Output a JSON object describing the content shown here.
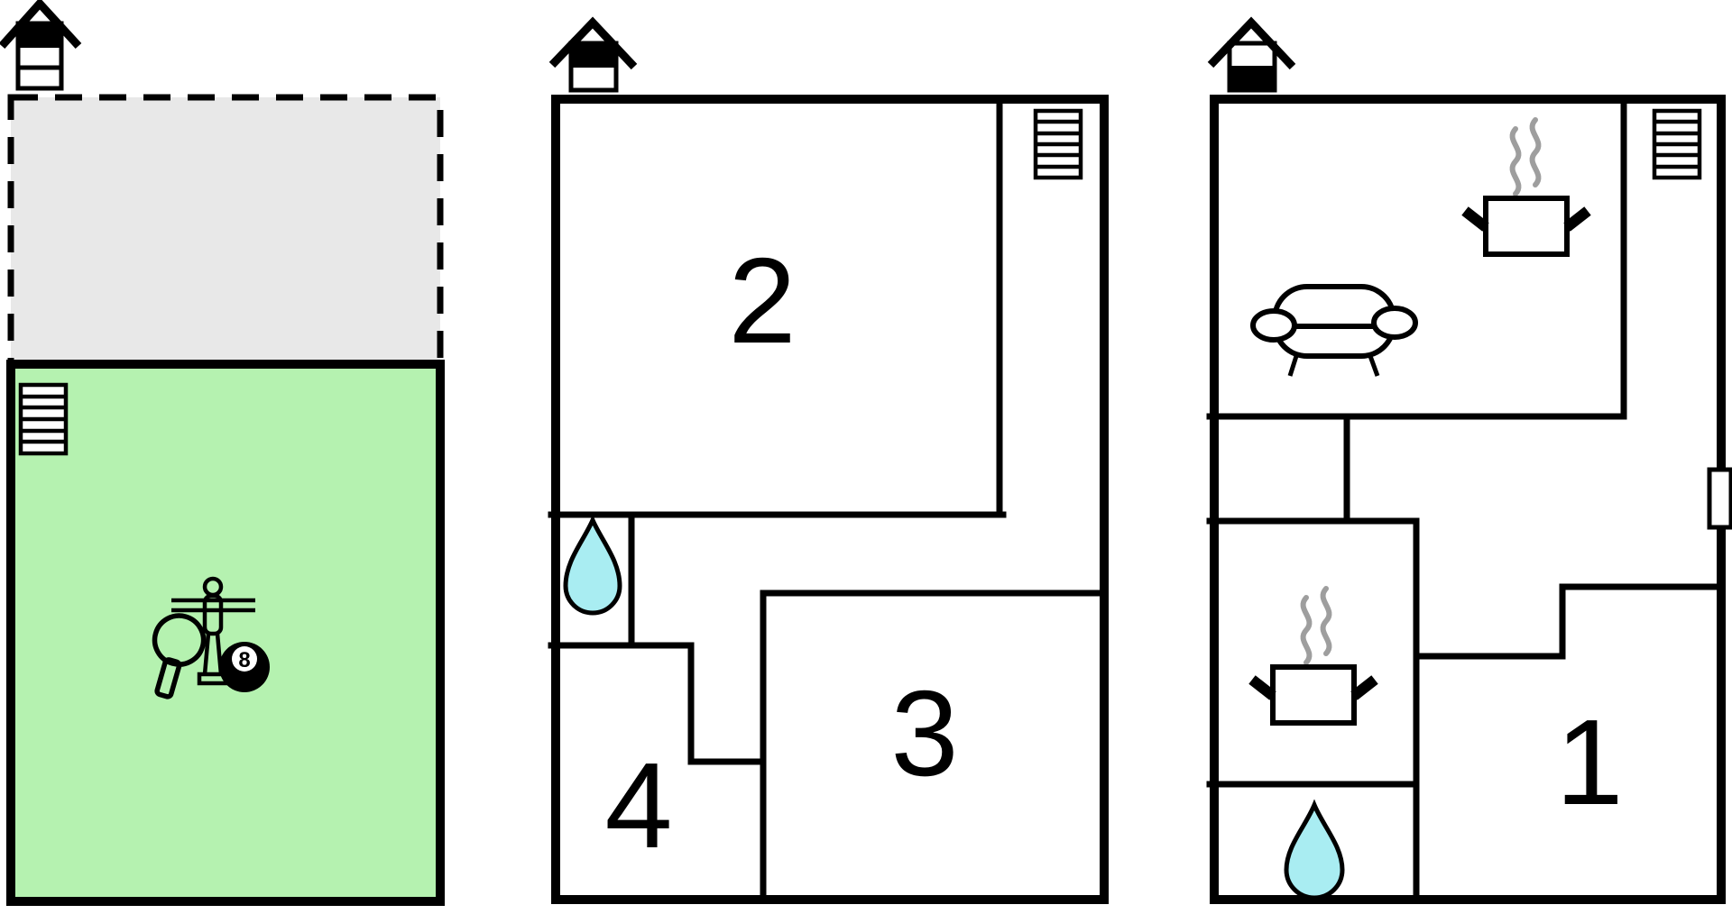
{
  "colors": {
    "wall": "#000000",
    "terrace_grey": "#e8e8e8",
    "games_green": "#b5f2b0",
    "water_cyan": "#a9edf2",
    "steam_grey": "#9e9e9e",
    "white": "#ffffff"
  },
  "plans": [
    {
      "name": "annex",
      "house_icon": {
        "levels": 3,
        "highlighted_level": "top"
      },
      "areas": [
        {
          "name": "terrace",
          "style": "dashed-outline",
          "fill": "#e8e8e8"
        },
        {
          "name": "games-room",
          "fill": "#b5f2b0"
        }
      ],
      "features": [
        "staircase",
        "table-football",
        "table-tennis-paddle",
        "billiard-8-ball"
      ],
      "billiard_ball_number": "8"
    },
    {
      "name": "upper-floor",
      "house_icon": {
        "levels": 2,
        "highlighted_level": "top"
      },
      "rooms": [
        {
          "number": "2"
        },
        {
          "number": "3"
        },
        {
          "number": "4"
        },
        {
          "name": "bathroom",
          "feature": "water-drop"
        }
      ],
      "features": [
        "staircase"
      ]
    },
    {
      "name": "ground-floor",
      "house_icon": {
        "levels": 2,
        "highlighted_level": "bottom"
      },
      "rooms": [
        {
          "number": "1"
        },
        {
          "name": "living-room",
          "features": [
            "sofa",
            "cooking-pot",
            "steam"
          ]
        },
        {
          "name": "kitchen",
          "features": [
            "cooking-pot",
            "steam"
          ]
        },
        {
          "name": "bathroom",
          "feature": "water-drop"
        }
      ],
      "features": [
        "staircase",
        "door-opening"
      ]
    }
  ]
}
